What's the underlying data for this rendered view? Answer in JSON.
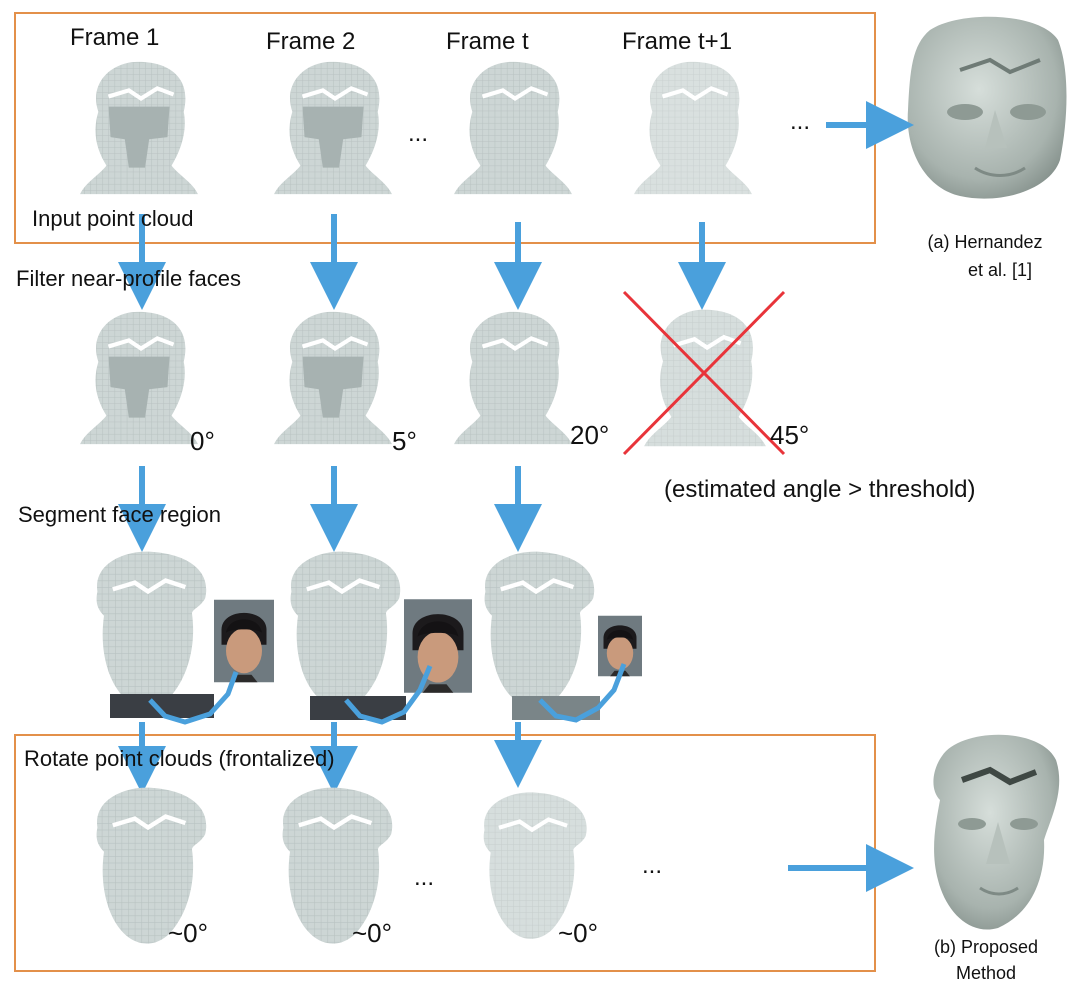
{
  "frames": [
    "Frame 1",
    "Frame 2",
    "Frame t",
    "Frame t+1"
  ],
  "steps": {
    "input": "Input point cloud",
    "filter": "Filter near-profile faces",
    "segment": "Segment face region",
    "rotate": "Rotate point clouds (frontalized)"
  },
  "angles": [
    "0°",
    "5°",
    "20°",
    "45°"
  ],
  "rotated_angles": [
    "~0°",
    "~0°",
    "~0°"
  ],
  "rejection_note": "(estimated angle > threshold)",
  "ellipsis": "...",
  "results": {
    "a_line1": "(a) Hernandez",
    "a_line2": "et al. [1]",
    "b_line1": "(b) Proposed",
    "b_line2": "Method"
  },
  "colors": {
    "box_border": "#e3904a",
    "arrow": "#4aa0dc",
    "cross": "#e8343a",
    "cloud": "#c9d3d2",
    "cloud_dark": "#9fa9a8"
  }
}
